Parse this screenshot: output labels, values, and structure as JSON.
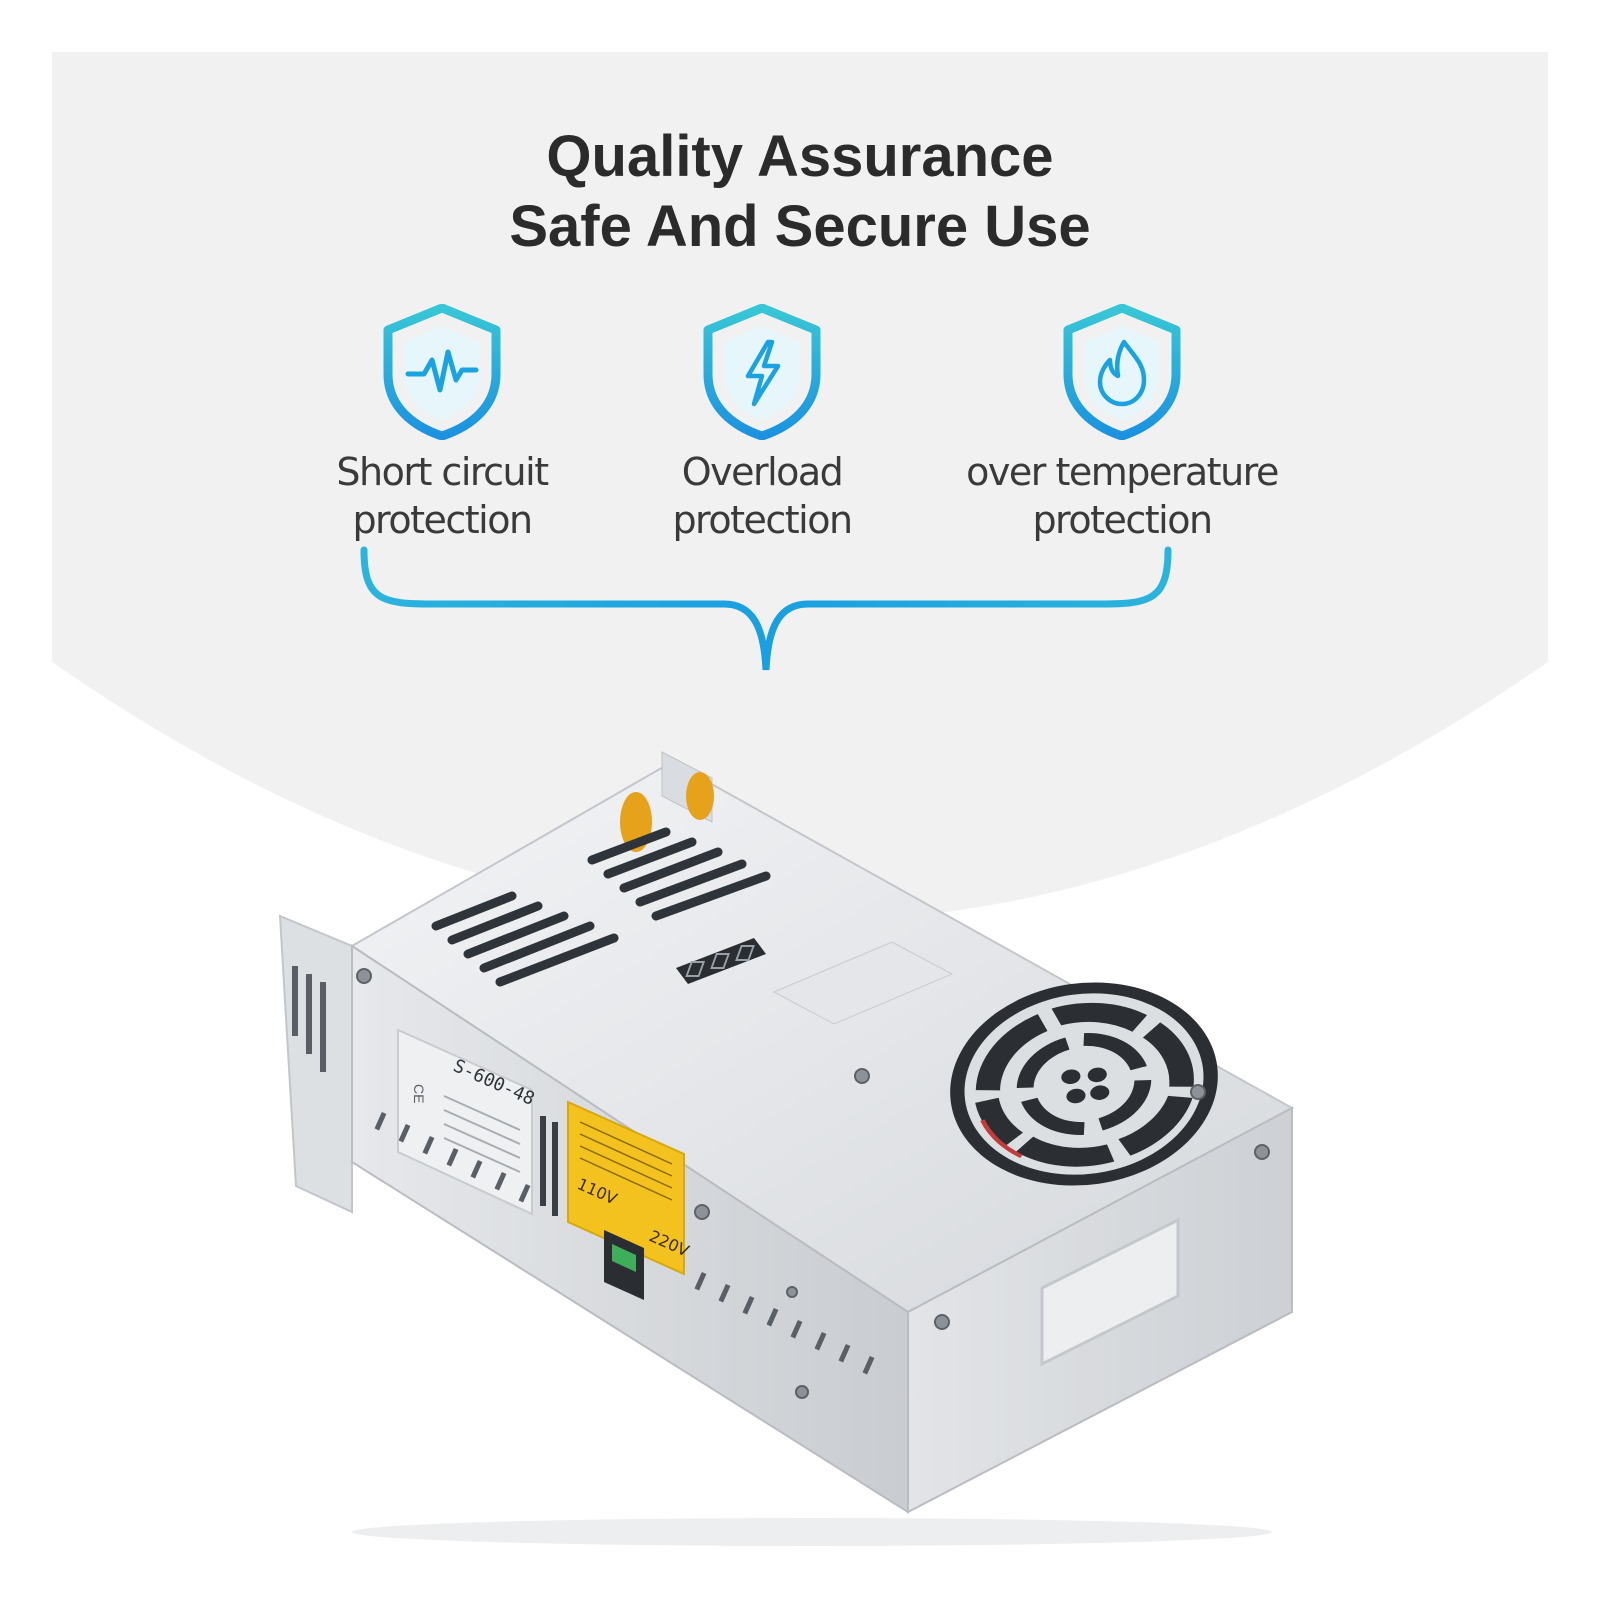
{
  "headline": {
    "line1": "Quality Assurance",
    "line2": "Safe And Secure Use"
  },
  "features": [
    {
      "icon": "heartbeat-shield-icon",
      "line1": "Short circuit",
      "line2": "protection"
    },
    {
      "icon": "lightning-shield-icon",
      "line1": "Overload",
      "line2": "protection"
    },
    {
      "icon": "flame-shield-icon",
      "line1": "over temperature",
      "line2": "protection"
    }
  ],
  "product": {
    "model": "S-600-48",
    "voltage_low": "110V",
    "voltage_high": "220V",
    "ce_mark": "CE"
  },
  "colors": {
    "accent": "#1aa3e0",
    "accent_light": "#3ccbd8",
    "background_arc": "#f1f1f2",
    "text": "#2b2b2b",
    "warning_label": "#f3c21f"
  }
}
